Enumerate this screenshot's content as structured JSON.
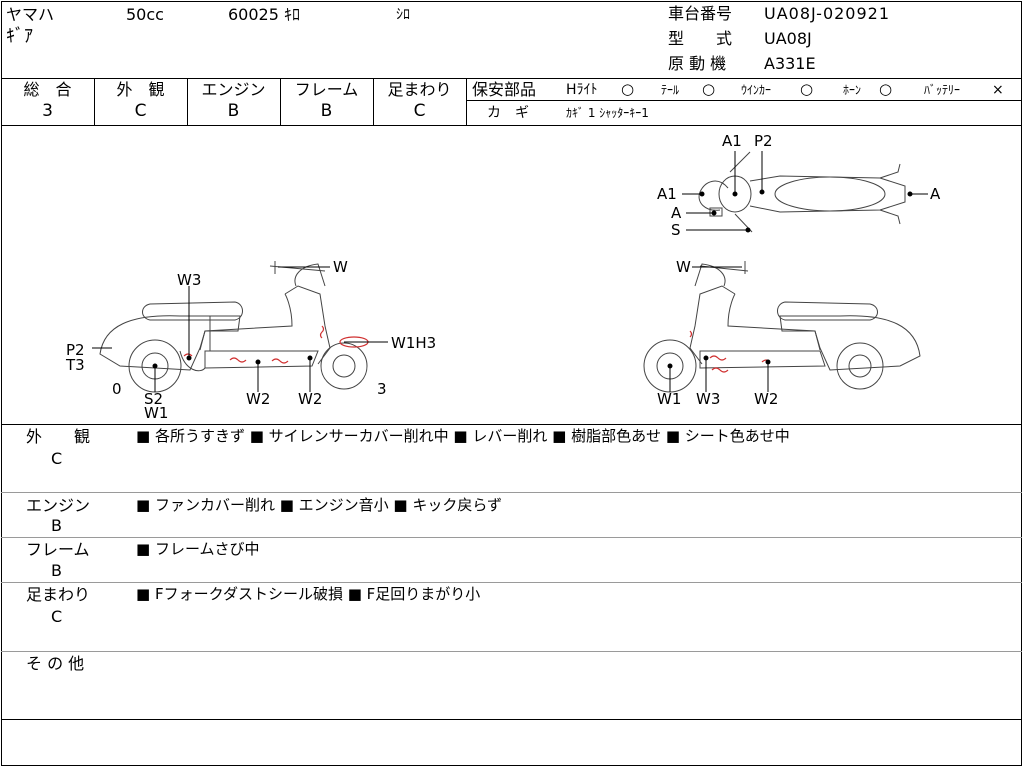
{
  "header": {
    "maker": "ヤマハ",
    "displacement": "50cc",
    "mileage": "60025 ｷﾛ",
    "color": "ｼﾛ",
    "model_name": "ｷﾞｱ",
    "frame_no_label": "車台番号",
    "frame_no": "UA08J-020921",
    "type_label": "型　　式",
    "type": "UA08J",
    "engine_label": "原 動 機",
    "engine": "A331E"
  },
  "grades": {
    "overall": {
      "label": "総　合",
      "value": "3"
    },
    "exterior": {
      "label": "外　観",
      "value": "C"
    },
    "engine": {
      "label": "エンジン",
      "value": "B"
    },
    "frame": {
      "label": "フレーム",
      "value": "B"
    },
    "suspension": {
      "label": "足まわり",
      "value": "C"
    }
  },
  "safety": {
    "label": "保安部品",
    "items": [
      {
        "name": "Hﾗｲﾄ",
        "status": "○"
      },
      {
        "name": "ﾃｰﾙ",
        "status": "○"
      },
      {
        "name": "ｳｲﾝｶｰ",
        "status": "○"
      },
      {
        "name": "ﾎｰﾝ",
        "status": "○"
      },
      {
        "name": "ﾊﾞｯﾃﾘｰ",
        "status": "×"
      }
    ],
    "key_label": "カ　ギ",
    "key_value": "ｶｷﾞ 1 ｼｬｯﾀｰｷｰ1"
  },
  "diagram": {
    "top_labels": {
      "a1_top": "A1",
      "p2_top": "P2",
      "a1_left": "A1",
      "a_left": "A",
      "s_left": "S",
      "a_right": "A"
    },
    "left_labels": {
      "w_handle": "W",
      "w3": "W3",
      "w1h3": "W1H3",
      "p2": "P2",
      "t3": "T3",
      "zero": "0",
      "s2": "S2",
      "w1": "W1",
      "w2a": "W2",
      "w2b": "W2",
      "three": "3"
    },
    "right_labels": {
      "w_handle": "W",
      "w1": "W1",
      "w3": "W3",
      "w2": "W2"
    }
  },
  "remarks": [
    {
      "label": "外　　観",
      "grade": "C",
      "text": "■ 各所うすきず ■ サイレンサーカバー削れ中 ■ レバー削れ ■ 樹脂部色あせ ■ シート色あせ中"
    },
    {
      "label": "エンジン",
      "grade": "B",
      "text": "■ ファンカバー削れ ■ エンジン音小 ■ キック戻らず"
    },
    {
      "label": "フレーム",
      "grade": "B",
      "text": "■ フレームさび中"
    },
    {
      "label": "足まわり",
      "grade": "C",
      "text": "■ Fフォークダストシール破損 ■ F足回りまがり小"
    },
    {
      "label": "そ の 他",
      "grade": "",
      "text": ""
    }
  ]
}
